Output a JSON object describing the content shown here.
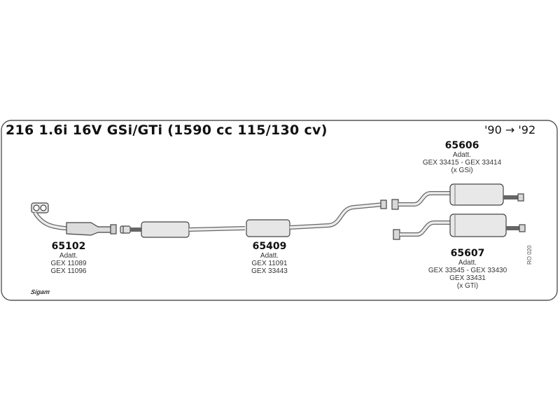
{
  "diagram": {
    "title": "216 1.6i 16V GSi/GTi (1590 cc 115/130 cv)",
    "years_from": "'90",
    "years_arrow": "→",
    "years_to": "'92",
    "ref_code": "RO 020",
    "brand": "Sigam"
  },
  "parts": {
    "p65102": {
      "number": "65102",
      "lines": [
        "Adatt.",
        "GEX 11089",
        "GEX 11096"
      ]
    },
    "p65409": {
      "number": "65409",
      "lines": [
        "Adatt.",
        "GEX 11091",
        "GEX 33443"
      ]
    },
    "p65606": {
      "number": "65606",
      "lines": [
        "Adatt.",
        "GEX 33415 - GEX 33414",
        "(x GSi)"
      ]
    },
    "p65607": {
      "number": "65607",
      "lines": [
        "Adatt.",
        "GEX 33545 - GEX 33430",
        "GEX 33431",
        "(x GTi)"
      ]
    }
  }
}
